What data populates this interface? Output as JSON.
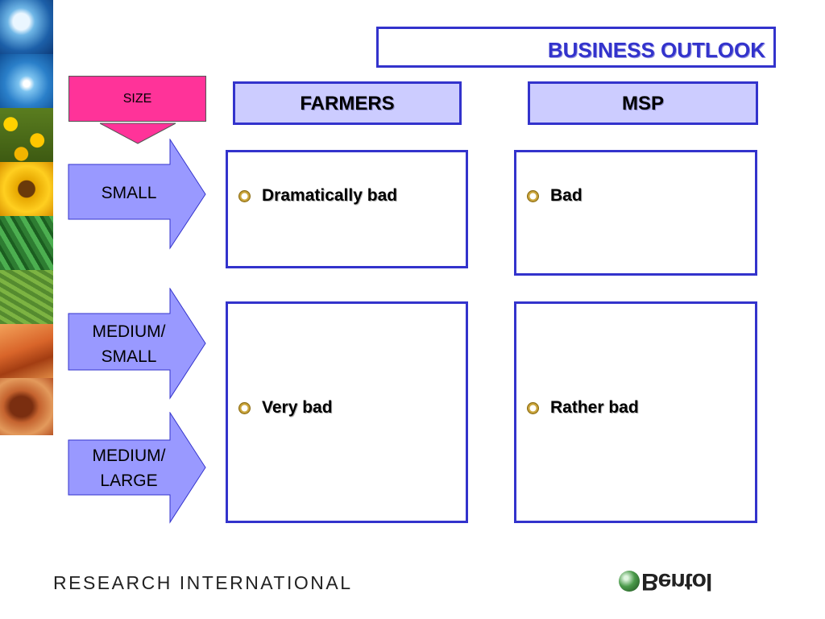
{
  "title": "BUSINESS OUTLOOK",
  "size_label": "SIZE",
  "columns": [
    "FARMERS",
    "MSP"
  ],
  "rows": [
    "SMALL",
    "MEDIUM/\nSMALL",
    "MEDIUM/\nLARGE"
  ],
  "cells": {
    "farmers_small": "Dramatically bad",
    "msp_small": "Bad",
    "farmers_medium": "Very bad",
    "msp_medium": "Rather bad"
  },
  "footer": {
    "company": "RESEARCH INTERNATIONAL",
    "logo_text": "Bentol"
  },
  "colors": {
    "accent_blue": "#3333cc",
    "header_fill": "#ccccff",
    "arrow_fill": "#9999ff",
    "size_fill": "#ff3399"
  },
  "icons": [
    "bullet-icon",
    "arrow-right-icon",
    "arrow-down-icon",
    "logo-ball-icon"
  ]
}
